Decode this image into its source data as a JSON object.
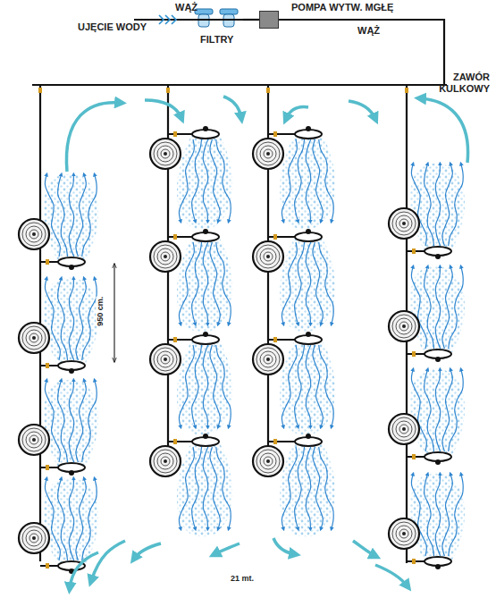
{
  "diagram": {
    "nodes": [
      {
        "text": [
          "FILTRY"
        ]
      },
      {
        "text": [
          "POMPA WYTW. MGŁĘ"
        ]
      }
    ],
    "edges": [
      {
        "from": 0,
        "to": 1,
        "arrow": "none"
      }
    ],
    "labels": [
      "UJĘCIE WODY",
      "WĄŻ",
      "WĄŻ",
      "ZAWÓR KULKOWY",
      "950 cm.",
      "21 mt."
    ]
  }
}
